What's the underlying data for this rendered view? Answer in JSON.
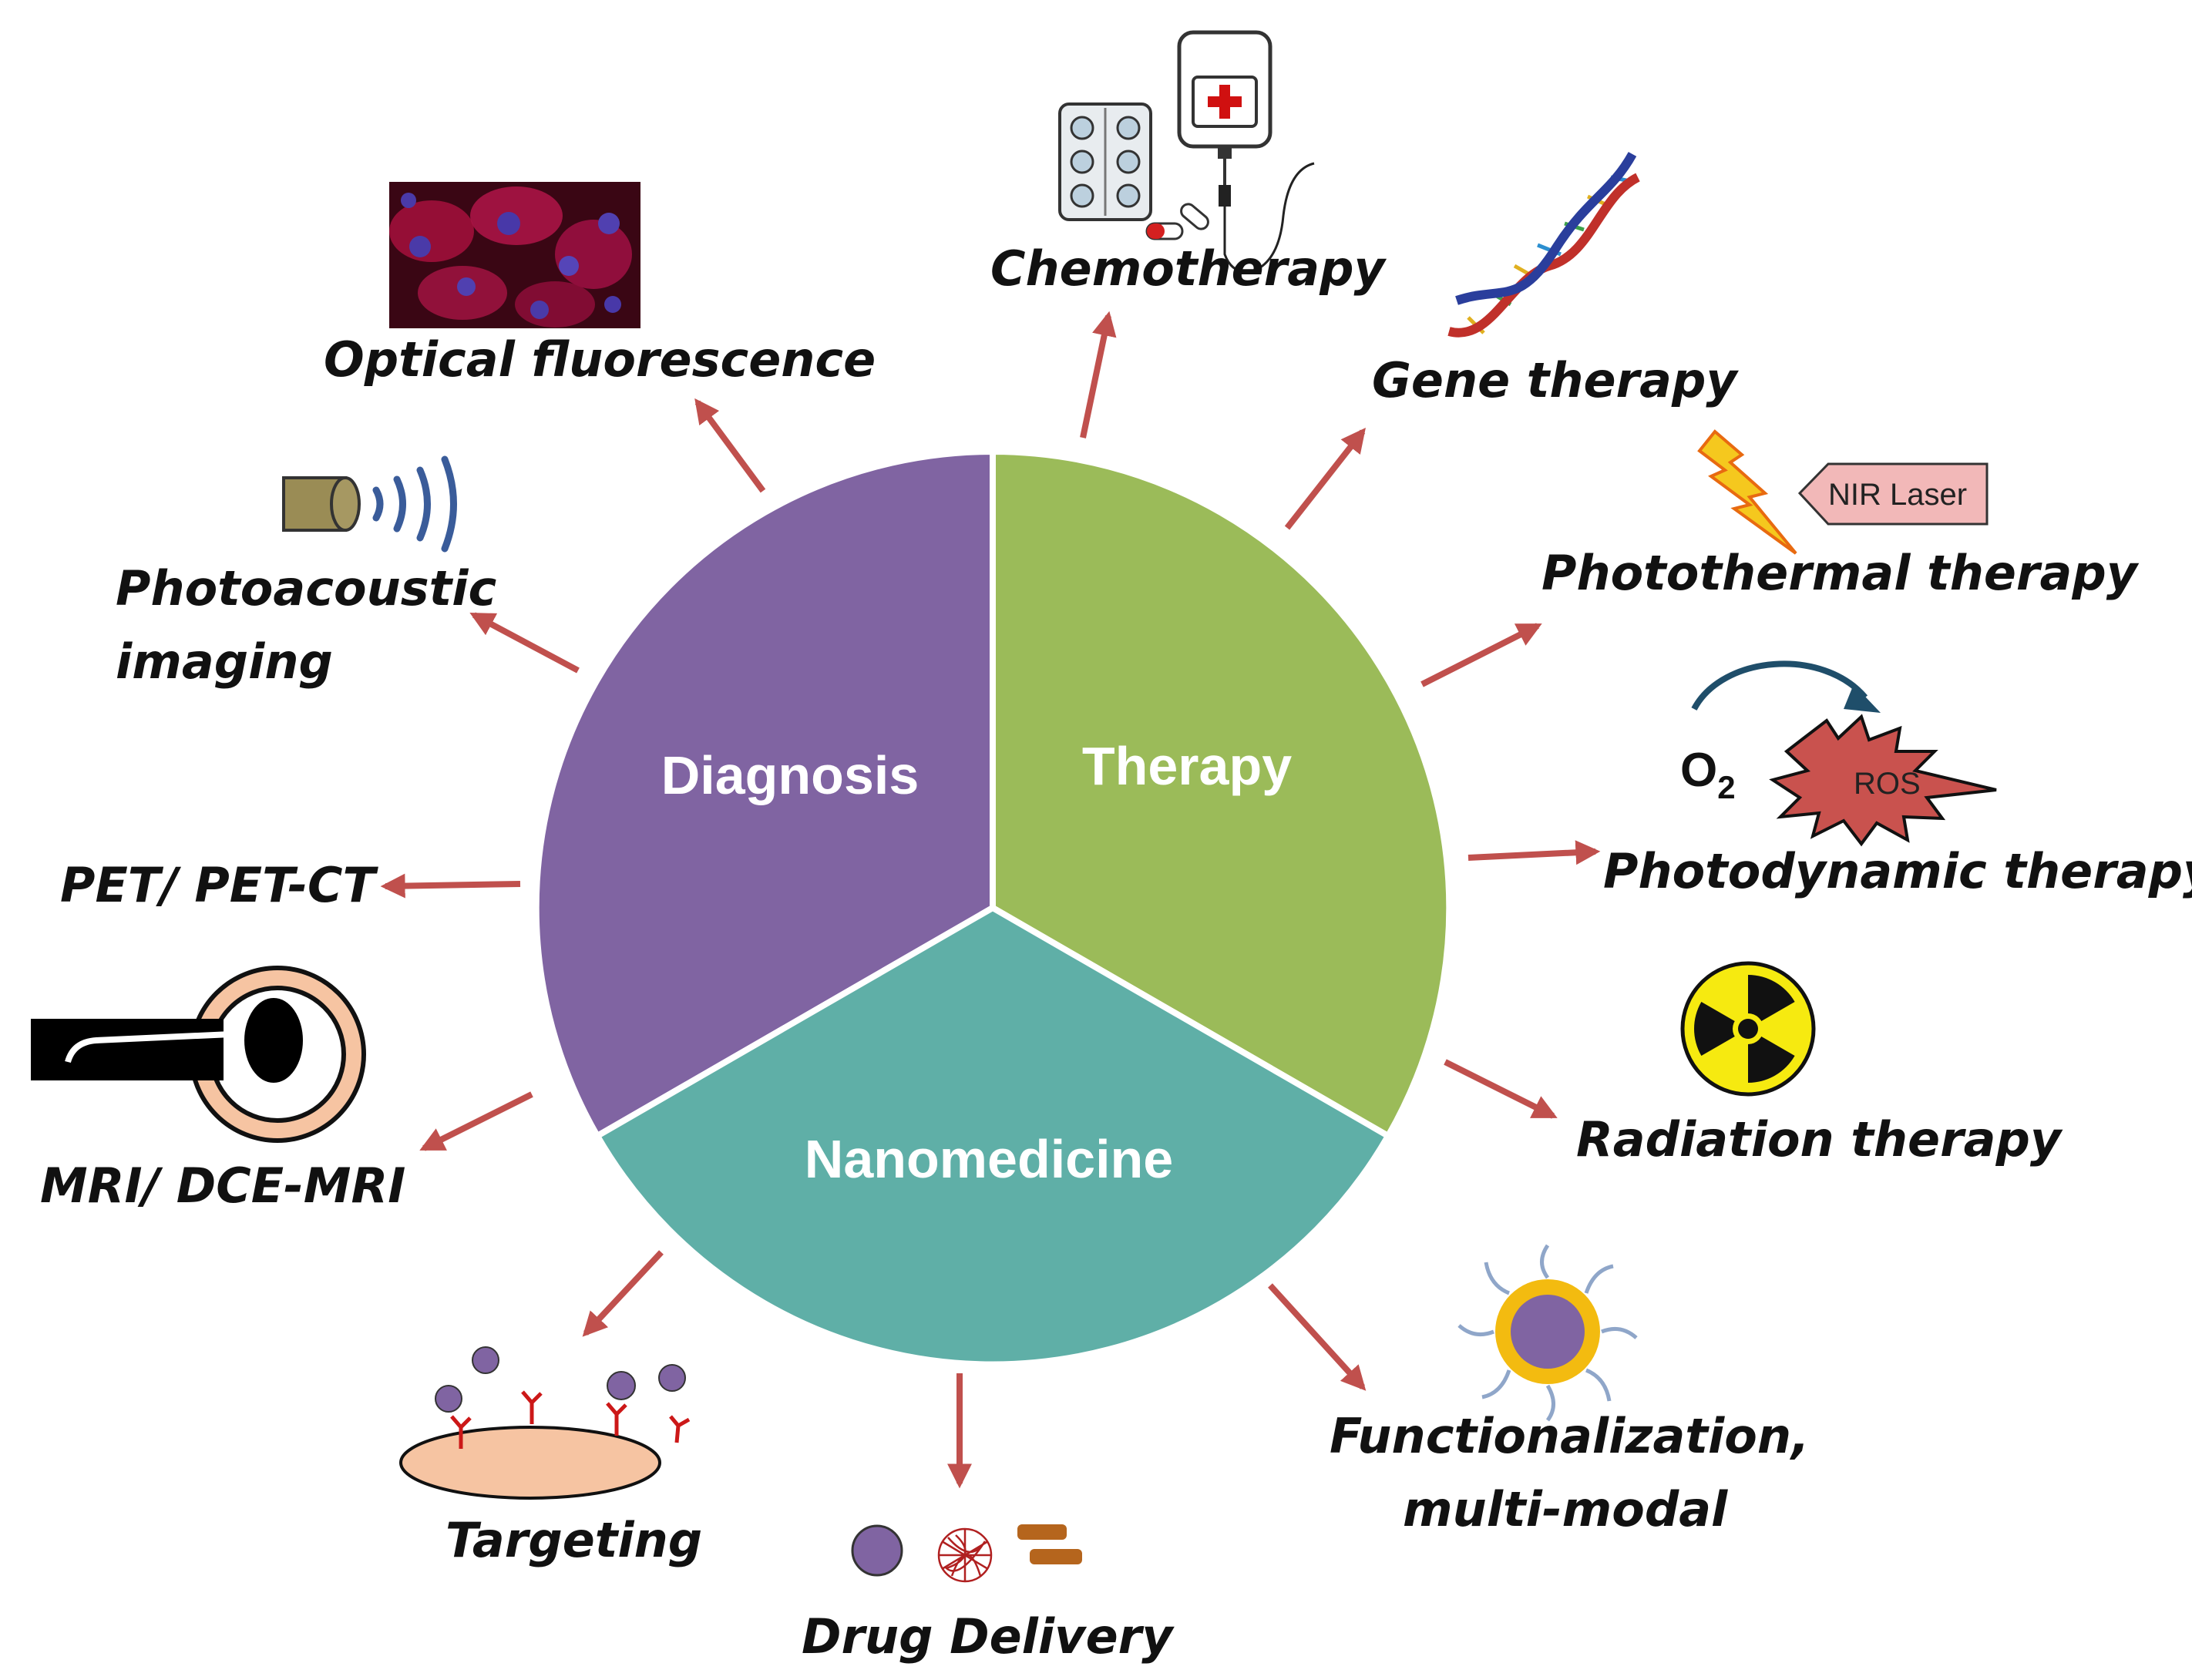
{
  "colors": {
    "diagnosis": "#8064A2",
    "therapy": "#9BBB59",
    "nanomedicine": "#5FAFA7",
    "arrow": "#C0504D"
  },
  "center": {
    "diagnosis": "Diagnosis",
    "therapy": "Therapy",
    "nanomedicine": "Nanomedicine"
  },
  "labels": {
    "optical_fluorescence": "Optical fluorescence",
    "chemotherapy": "Chemotherapy",
    "gene_therapy": "Gene therapy",
    "photoacoustic_line1": "Photoacoustic",
    "photoacoustic_line2": "imaging",
    "photothermal": "Photothermal therapy",
    "photodynamic": "Photodynamic therapy",
    "pet": "PET/ PET-CT",
    "mri": "MRI/ DCE-MRI",
    "radiation": "Radiation therapy",
    "functionalization_line1": "Functionalization,",
    "functionalization_line2": "multi-modal",
    "targeting": "Targeting",
    "drug_delivery": "Drug Delivery"
  },
  "icons": {
    "nir_laser": "NIR Laser",
    "o2_base": "O",
    "o2_sub": "2",
    "ros": "ROS"
  },
  "icon_names": [
    "microscopy-image",
    "pill-pack-icon",
    "iv-bag-icon",
    "capsule-icon",
    "dna-helix-icon",
    "lightning-icon",
    "ultrasound-transducer-icon",
    "mri-scanner-icon",
    "radiation-icon",
    "nanoparticle-icon",
    "cell-receptor-icon"
  ]
}
